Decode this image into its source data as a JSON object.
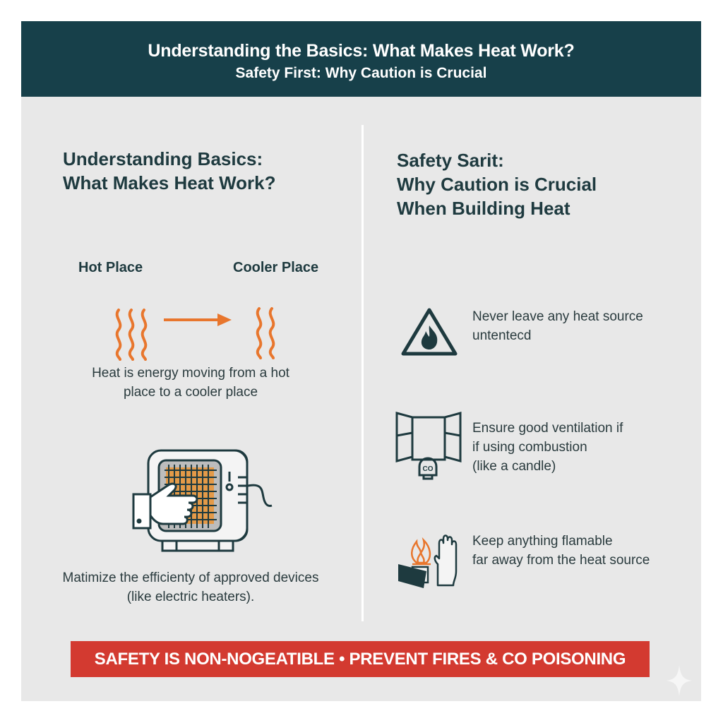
{
  "header": {
    "title": "Understanding the Basics: What Makes Heat Work?",
    "subtitle": "Safety First: Why Caution is Crucial"
  },
  "left": {
    "heading_line1": "Understanding Basics:",
    "heading_line2": "What Makes Heat Work?",
    "hot_label": "Hot Place",
    "cool_label": "Cooler Place",
    "definition_line1": "Heat is energy moving from a hot",
    "definition_line2": "place to a cooler place",
    "efficiency_line1": "Matimize the efficienty of approved devices",
    "efficiency_line2": "(like electric heaters).",
    "icons": [
      "heat-waves-icon",
      "arrow-right-icon",
      "heat-waves-icon",
      "space-heater-icon",
      "hand-icon"
    ]
  },
  "right": {
    "heading_line1": "Safety Sarit:",
    "heading_line2": "Why Caution is Crucial",
    "heading_line3": "When Building Heat",
    "tips": [
      {
        "icon": "fire-warning-icon",
        "line1": "Never leave any heat source",
        "line2": "untentecd"
      },
      {
        "icon": "window-co-detector-icon",
        "line1": "Ensure good ventilation if",
        "line2": "if using combustion",
        "line3": "(like a candle)",
        "co_label": "CO"
      },
      {
        "icon": "flame-stop-hand-icon",
        "line1": "Keep anything flamable",
        "line2": "far away from the heat source"
      }
    ]
  },
  "banner": {
    "text": "SAFETY IS NON-NOGEATIBLE • PREVENT FIRES & CO POISONING"
  },
  "colors": {
    "header_bg": "#17404a",
    "background": "#e8e8e8",
    "accent_orange": "#e8762d",
    "banner_red": "#d33a30",
    "text_dark": "#1e3a3f"
  }
}
